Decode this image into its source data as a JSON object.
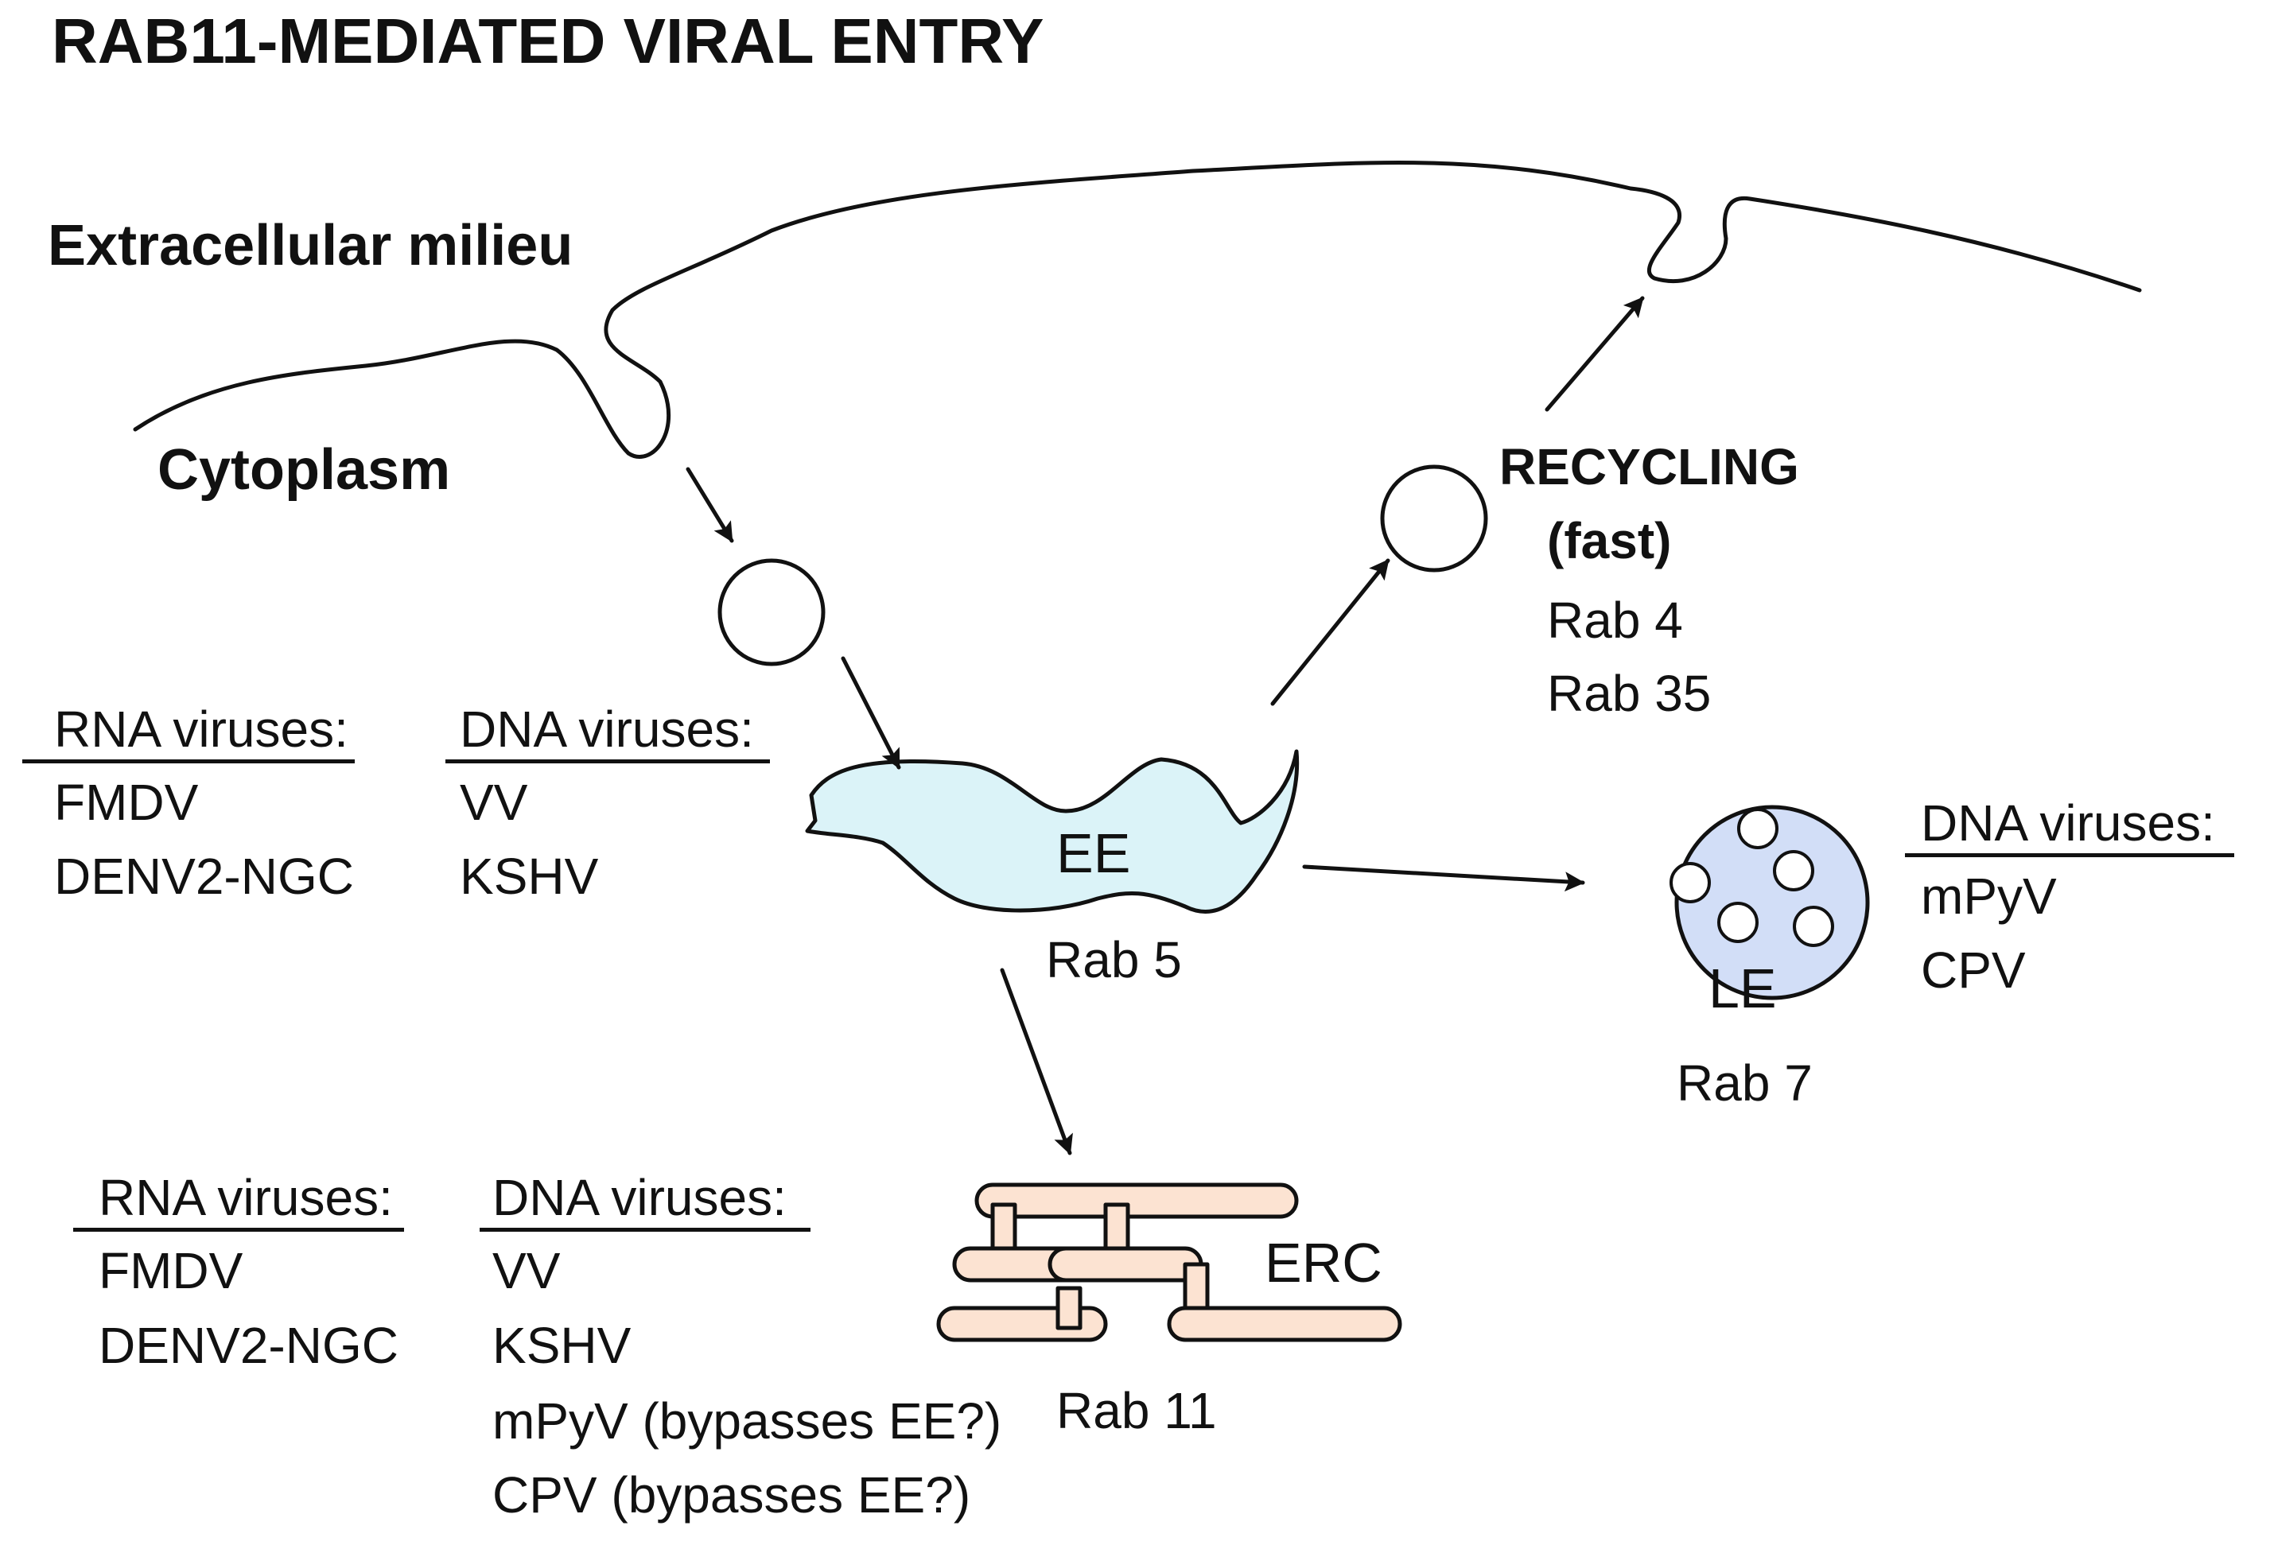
{
  "title": "RAB11-MEDIATED VIRAL ENTRY",
  "regions": {
    "extracellular": "Extracellular milieu",
    "cytoplasm": "Cytoplasm"
  },
  "compartments": {
    "ee": {
      "label": "EE",
      "rab": "Rab 5",
      "color": "#dbf3f8"
    },
    "le": {
      "label": "LE",
      "rab": "Rab 7",
      "color": "#d2def7"
    },
    "erc": {
      "label": "ERC",
      "rab": "Rab 11",
      "color": "#fce3d2"
    }
  },
  "recycling": {
    "title": "RECYCLING",
    "subtitle": "(fast)",
    "rabs": [
      "Rab 4",
      "Rab 35"
    ]
  },
  "virus_lists": {
    "ee": {
      "rna": {
        "header": "RNA viruses:",
        "items": [
          "FMDV",
          "DENV2-NGC"
        ]
      },
      "dna": {
        "header": "DNA viruses:",
        "items": [
          "VV",
          "KSHV"
        ]
      }
    },
    "le": {
      "dna": {
        "header": "DNA viruses:",
        "items": [
          "mPyV",
          "CPV"
        ]
      }
    },
    "erc": {
      "rna": {
        "header": "RNA viruses:",
        "items": [
          "FMDV",
          "DENV2-NGC"
        ]
      },
      "dna": {
        "header": "DNA viruses:",
        "items": [
          "VV",
          "KSHV",
          "mPyV (bypasses EE?)",
          "CPV (bypasses EE?)"
        ]
      }
    }
  }
}
